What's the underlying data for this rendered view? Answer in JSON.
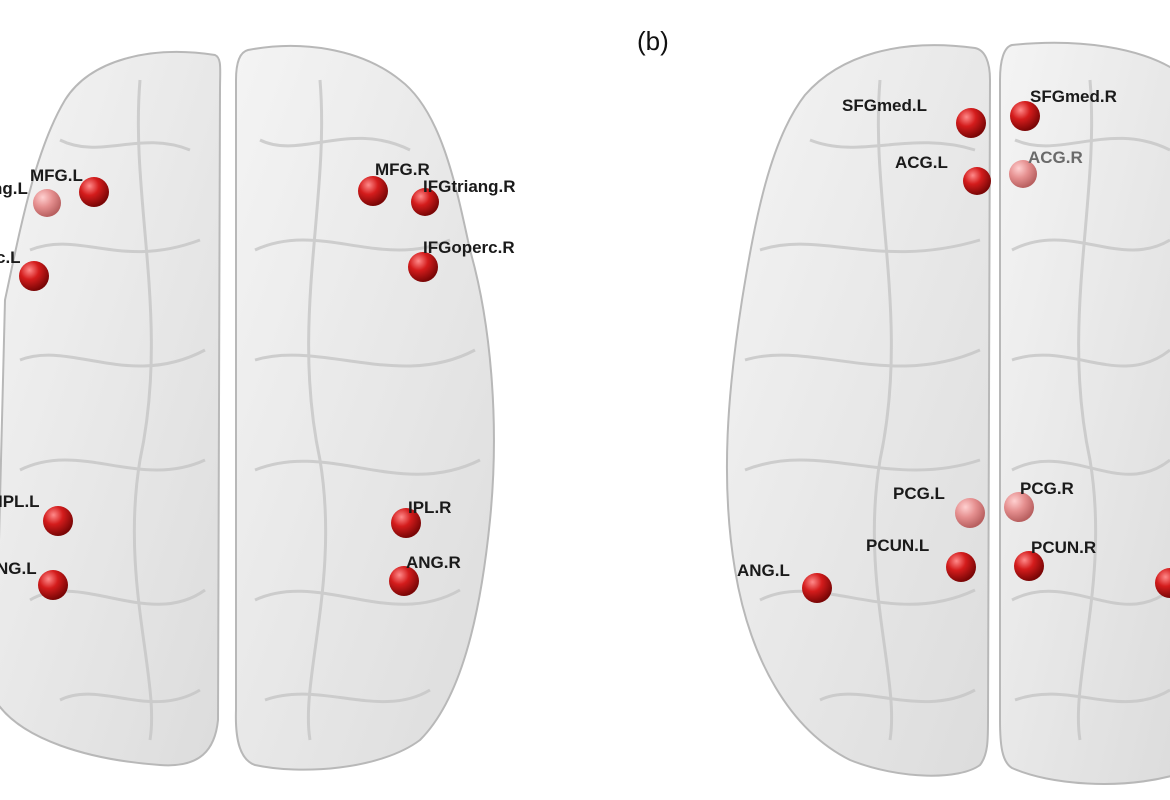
{
  "panel_b_label": "(b)",
  "panel_a": {
    "nodes": [
      {
        "label": "MFG.L"
      },
      {
        "label": "ng.L"
      },
      {
        "label": "c.L"
      },
      {
        "label": "MFG.R"
      },
      {
        "label": "IFGtriang.R"
      },
      {
        "label": "IFGoperc.R"
      },
      {
        "label": "IPL.L"
      },
      {
        "label": "NG.L"
      },
      {
        "label": "IPL.R"
      },
      {
        "label": "ANG.R"
      }
    ]
  },
  "panel_b": {
    "nodes": [
      {
        "label": "SFGmed.L"
      },
      {
        "label": "SFGmed.R"
      },
      {
        "label": "ACG.L"
      },
      {
        "label": "ACG.R"
      },
      {
        "label": "PCG.L"
      },
      {
        "label": "PCG.R"
      },
      {
        "label": "PCUN.L"
      },
      {
        "label": "PCUN.R"
      },
      {
        "label": "ANG.L"
      }
    ]
  },
  "colors": {
    "node": "#d41c1c",
    "node_faded": "#e07a7a",
    "brain_fill": "#e9e9e9",
    "brain_stroke": "#b8b8b8"
  }
}
